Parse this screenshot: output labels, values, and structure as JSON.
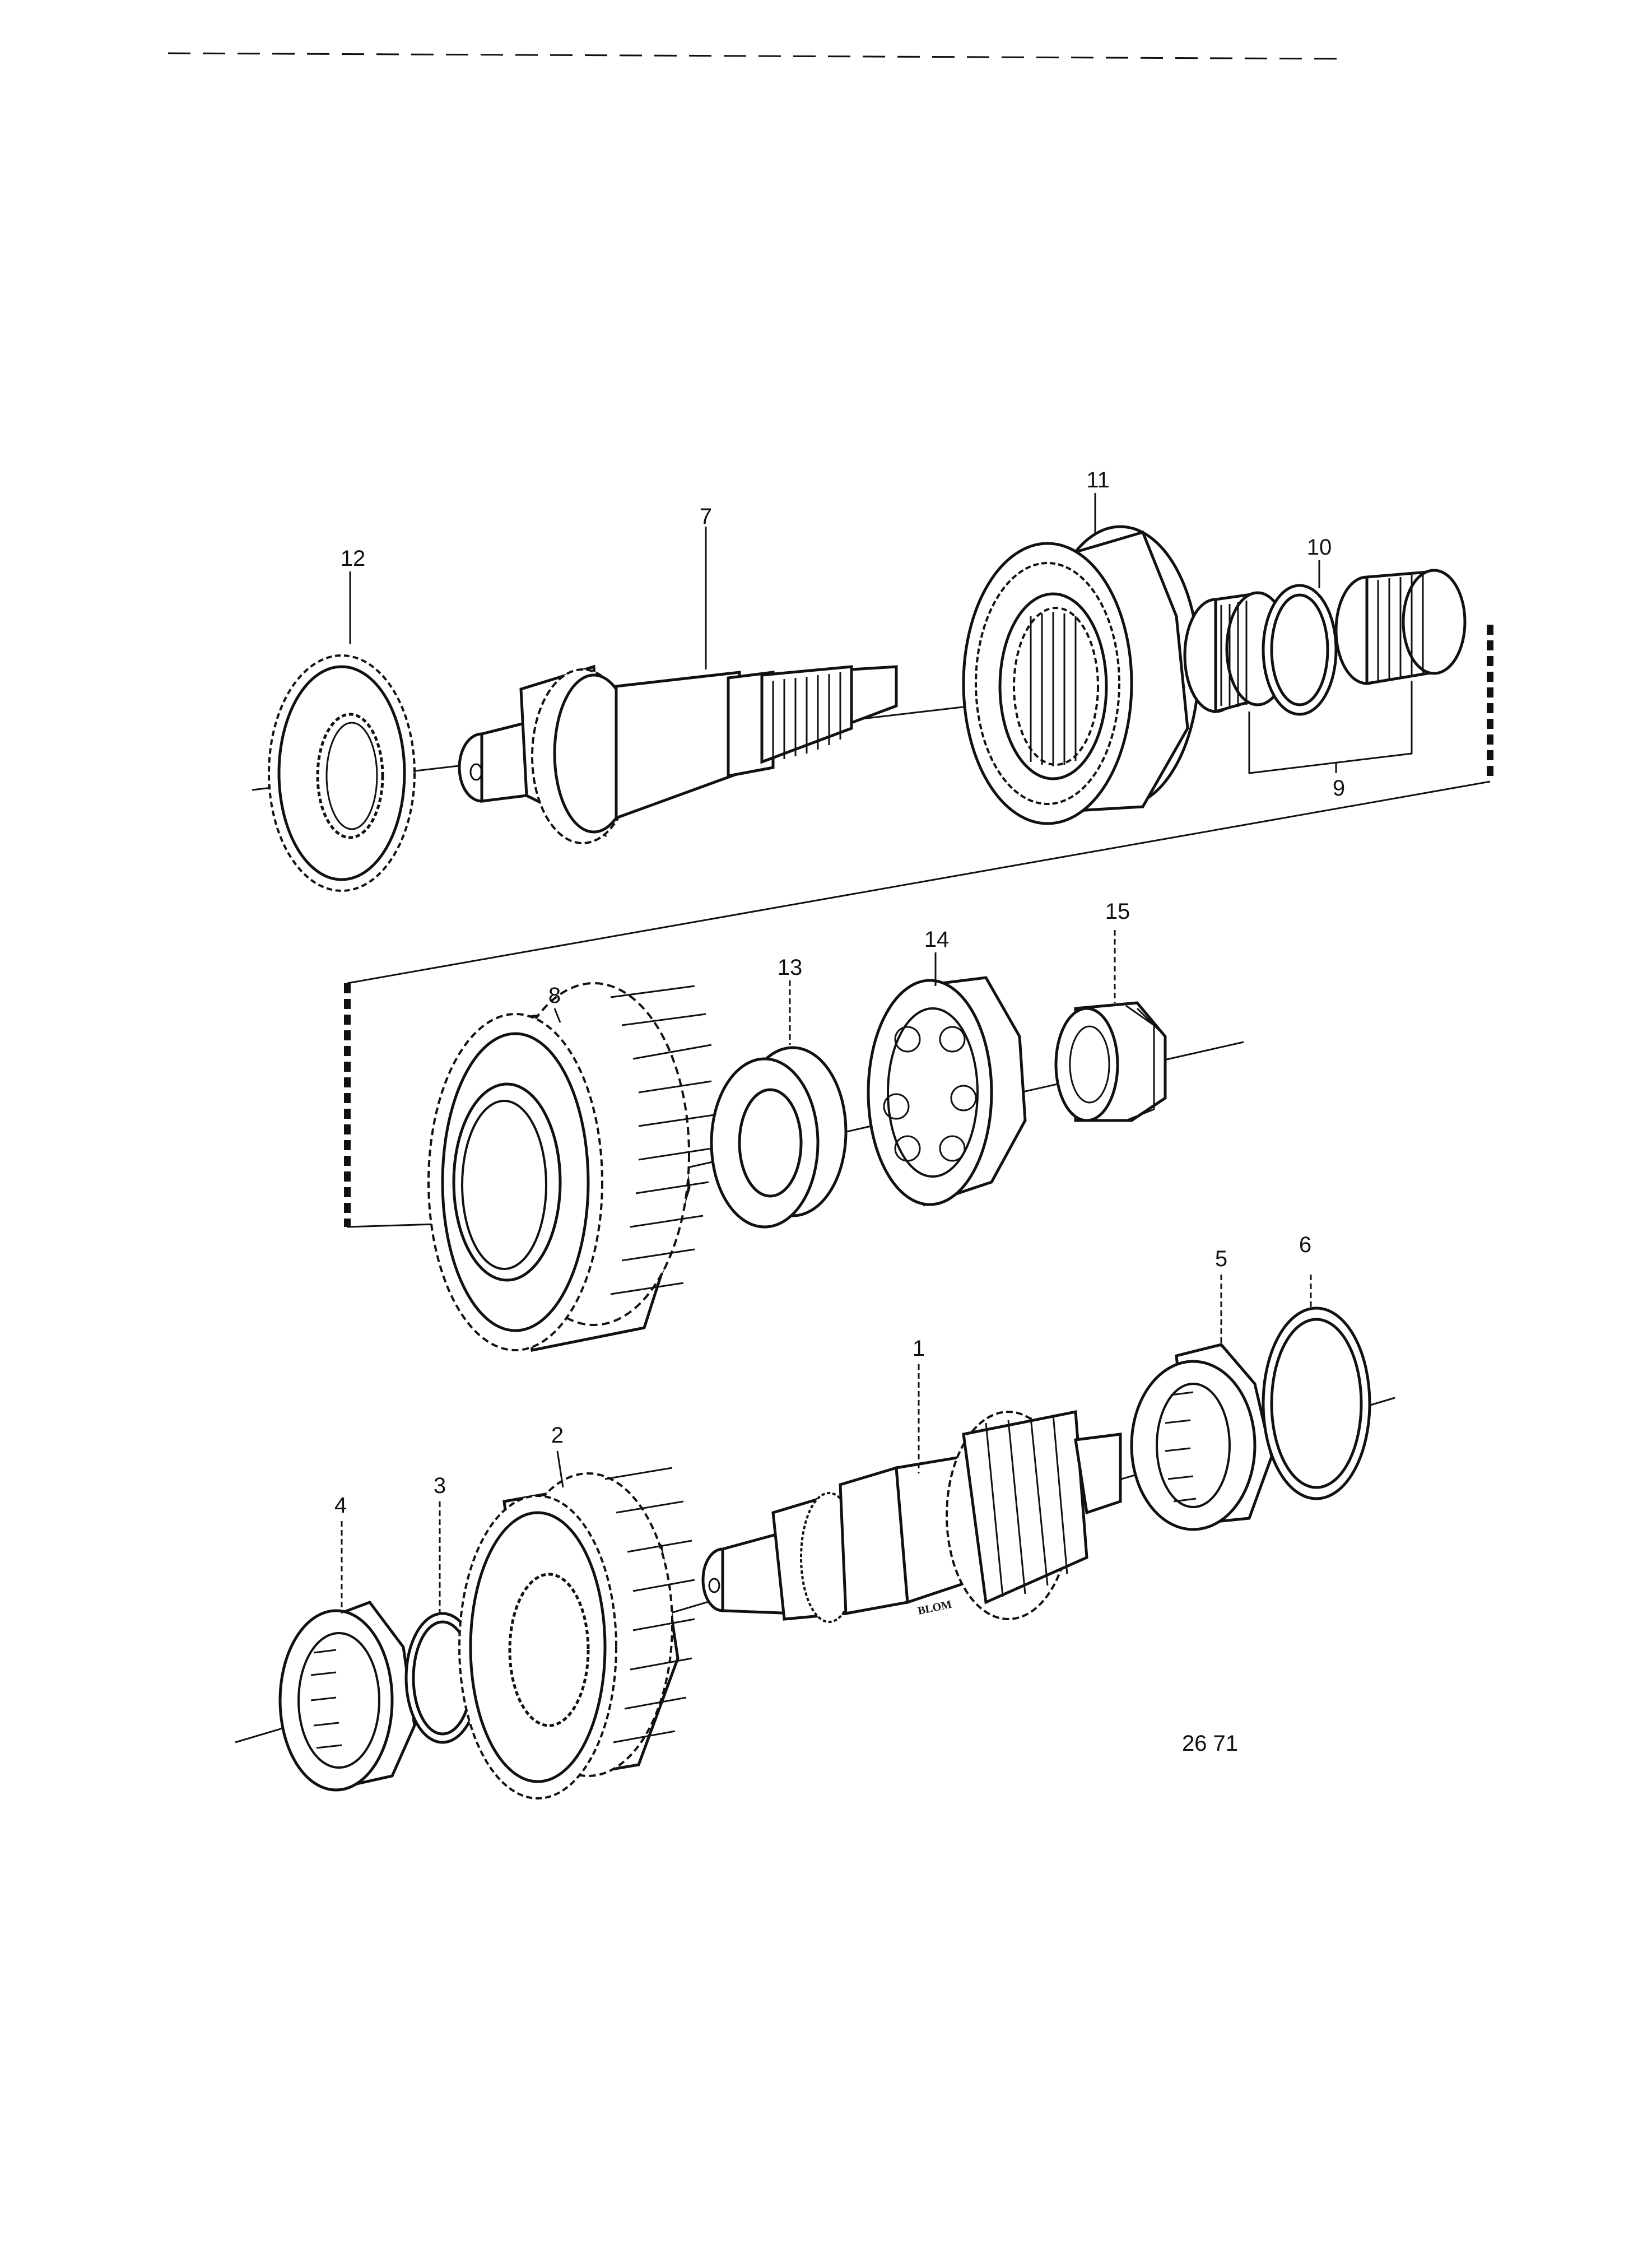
{
  "drawing_ref": "26 71",
  "parts": [
    {
      "id": "p1",
      "label": "1"
    },
    {
      "id": "p2",
      "label": "2"
    },
    {
      "id": "p3",
      "label": "3"
    },
    {
      "id": "p4",
      "label": "4"
    },
    {
      "id": "p5",
      "label": "5"
    },
    {
      "id": "p6",
      "label": "6"
    },
    {
      "id": "p7",
      "label": "7"
    },
    {
      "id": "p8",
      "label": "8"
    },
    {
      "id": "p9",
      "label": "9"
    },
    {
      "id": "p10",
      "label": "10"
    },
    {
      "id": "p11",
      "label": "11"
    },
    {
      "id": "p12",
      "label": "12"
    },
    {
      "id": "p13",
      "label": "13"
    },
    {
      "id": "p14",
      "label": "14"
    },
    {
      "id": "p15",
      "label": "15"
    }
  ],
  "shaft_marking": "BLOM"
}
